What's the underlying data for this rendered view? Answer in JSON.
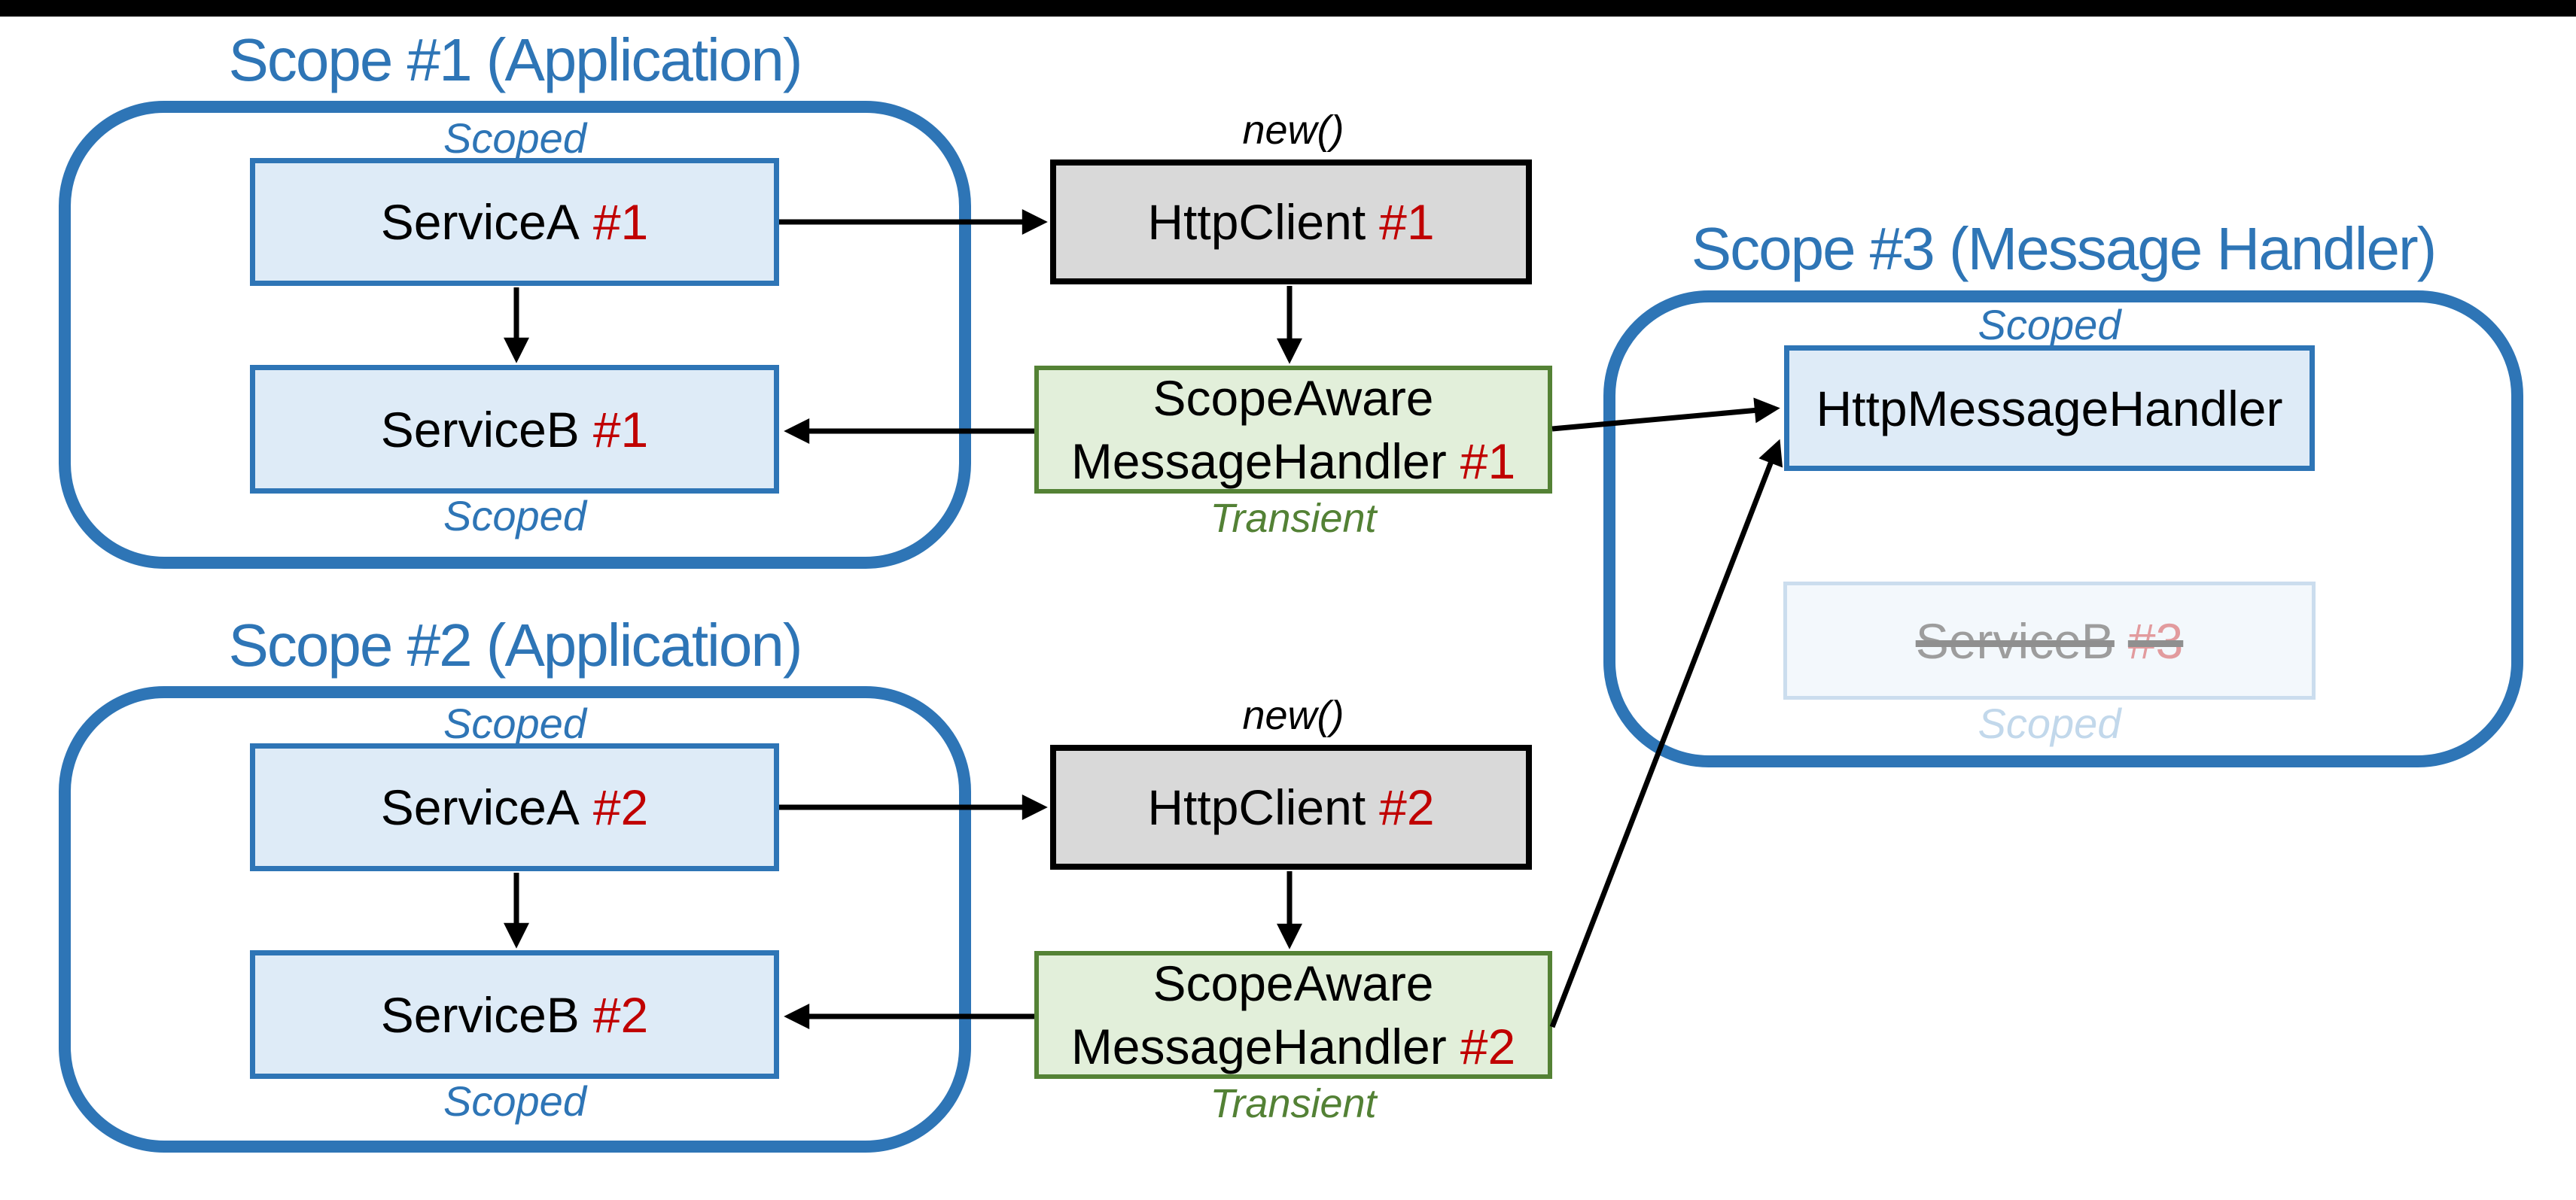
{
  "diagram": {
    "scope1": {
      "title": "Scope #1 (Application)",
      "scoped_top": "Scoped",
      "scoped_bottom": "Scoped",
      "serviceA": {
        "name": "ServiceA",
        "instance": "#1"
      },
      "serviceB": {
        "name": "ServiceB",
        "instance": "#1"
      }
    },
    "scope2": {
      "title": "Scope #2 (Application)",
      "scoped_top": "Scoped",
      "scoped_bottom": "Scoped",
      "serviceA": {
        "name": "ServiceA",
        "instance": "#2"
      },
      "serviceB": {
        "name": "ServiceB",
        "instance": "#2"
      }
    },
    "scope3": {
      "title": "Scope #3 (Message Handler)",
      "scoped_top": "Scoped",
      "scoped_bottom": "Scoped",
      "httpMessageHandler": {
        "name": "HttpMessageHandler"
      },
      "serviceB_disposed": {
        "name": "ServiceB",
        "instance": "#3"
      }
    },
    "httpClient1": {
      "annotation": "new()",
      "name": "HttpClient",
      "instance": "#1"
    },
    "httpClient2": {
      "annotation": "new()",
      "name": "HttpClient",
      "instance": "#2"
    },
    "messageHandler1": {
      "line1": "ScopeAware",
      "line2": "MessageHandler",
      "instance": "#1",
      "lifetime": "Transient"
    },
    "messageHandler2": {
      "line1": "ScopeAware",
      "line2": "MessageHandler",
      "instance": "#2",
      "lifetime": "Transient"
    }
  },
  "colors": {
    "accent_blue": "#2E75B6",
    "box_blue_fill": "#DEEBF7",
    "gray_fill": "#D9D9D9",
    "gray_border": "#000000",
    "green_fill": "#E2EFDA",
    "green_border": "#548235",
    "transient_text": "#538135",
    "instance_red": "#C00000",
    "faded_fill": "#F3F8FC",
    "faded_border": "#CBDDEE",
    "faded_text": "#9D9D9D",
    "faded_instance_red": "#E29B9E",
    "faded_scoped_label": "#C2D8EB",
    "arrow_black": "#000000",
    "letterbox_black": "#000000"
  }
}
